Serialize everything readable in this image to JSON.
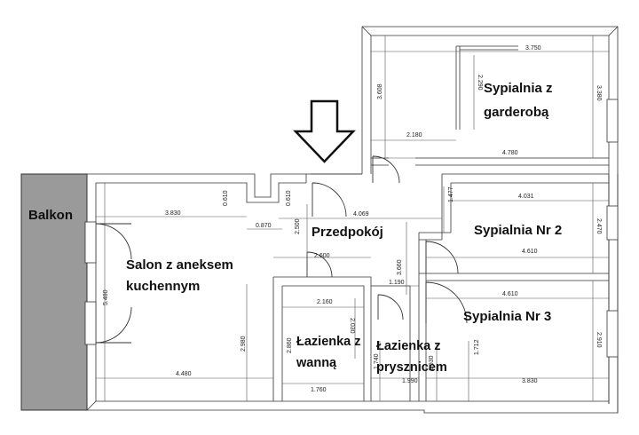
{
  "rooms": {
    "balkon": "Balkon",
    "salon_line1": "Salon z aneksem",
    "salon_line2": "kuchennym",
    "przedpokoj": "Przedpokój",
    "sypialnia_garderoba_line1": "Sypialnia z",
    "sypialnia_garderoba_line2": "garderobą",
    "sypialnia_2": "Sypialnia Nr 2",
    "sypialnia_3": "Sypialnia Nr 3",
    "lazienka_wanna_line1": "Łazienka z",
    "lazienka_wanna_line2": "wanną",
    "lazienka_prysznic_line1": "Łazienka z",
    "lazienka_prysznic_line2": "prysznicem"
  },
  "dimensions": {
    "d3750": "3.750",
    "d2290": "2.290",
    "d3608": "3.608",
    "d3380": "3.380",
    "d2180": "2.180",
    "d4780": "4.780",
    "d0610a": "0.610",
    "d0610b": "0.610",
    "d3830a": "3.830",
    "d0870": "0.870",
    "d4069": "4.069",
    "d2500a": "2.500",
    "d4031": "4.031",
    "d1477": "1.477",
    "d2470": "2.470",
    "d4610a": "4.610",
    "d2600": "2.600",
    "d3660": "3.660",
    "d5480": "5.480",
    "d1190": "1.190",
    "d4610b": "4.610",
    "d2160": "2.160",
    "d2030": "2.030",
    "d2980": "2.980",
    "d2860": "2.860",
    "d2910": "2.910",
    "d1740": "1.740",
    "d1930": "1.930",
    "d1712": "1.712",
    "d4480": "4.480",
    "d1760": "1.760",
    "d1990": "1.990",
    "d3830b": "3.830"
  },
  "icons": {
    "entrance_arrow": "down-arrow-icon"
  }
}
